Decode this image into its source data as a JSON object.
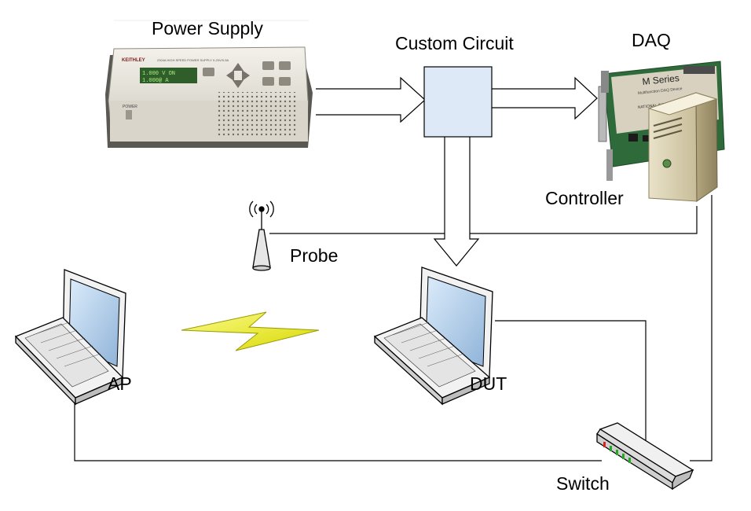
{
  "labels": {
    "power_supply": "Power Supply",
    "custom_circuit": "Custom Circuit",
    "daq": "DAQ",
    "controller": "Controller",
    "probe": "Probe",
    "ap": "AP",
    "dut": "DUT",
    "switch": "Switch"
  },
  "device_text": {
    "psu_brand": "KEITHLEY",
    "psu_model": "2304A HIGH SPEED POWER SUPPLY  0-20V/0-5A",
    "psu_display_line1": "1.000 V   ON",
    "psu_display_line2": "1.000@ A",
    "psu_power": "POWER",
    "daq_series": "M Series",
    "daq_subtitle": "Multifunction DAQ Device",
    "daq_brand": "NATIONAL INSTRUMENTS"
  },
  "icons": [
    "power-supply-icon",
    "daq-card-icon",
    "controller-tower-icon",
    "antenna-probe-icon",
    "laptop-icon",
    "network-switch-icon",
    "lightning-bolt-icon"
  ],
  "colors": {
    "circuit_fill": "#dde9f7",
    "bolt_fill": "#f2f21e",
    "line": "#000000"
  }
}
